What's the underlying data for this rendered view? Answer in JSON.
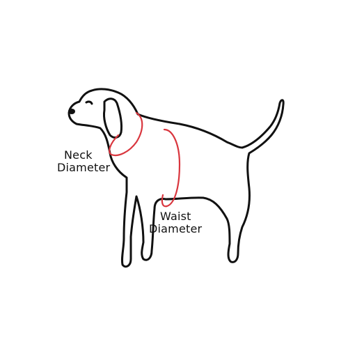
{
  "diagram": {
    "subject": "dog-outline",
    "outline_color": "#111111",
    "measure_color": "#d9363e",
    "labels": {
      "neck": [
        "Neck",
        "Diameter"
      ],
      "waist": [
        "Waist",
        "Diameter"
      ]
    }
  }
}
